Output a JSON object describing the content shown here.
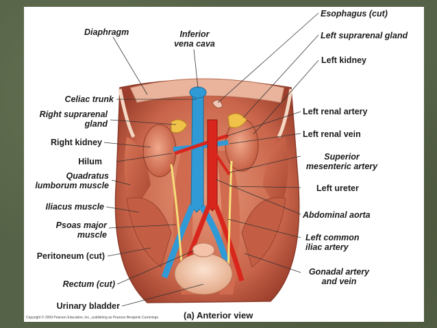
{
  "labels": {
    "diaphragm": "Diaphragm",
    "inferior_vena_cava": [
      "Inferior",
      "vena cava"
    ],
    "esophagus": "Esophagus (cut)",
    "left_suprarenal_gland": "Left suprarenal gland",
    "left_kidney": "Left kidney",
    "celiac_trunk": "Celiac trunk",
    "right_suprarenal_gland": [
      "Right suprarenal",
      "gland"
    ],
    "right_kidney": "Right kidney",
    "hilum": "Hilum",
    "quadratus_lumborum": [
      "Quadratus",
      "lumborum muscle"
    ],
    "iliacus": "Iliacus muscle",
    "psoas_major": [
      "Psoas major",
      "muscle"
    ],
    "peritoneum": "Peritoneum (cut)",
    "rectum": "Rectum (cut)",
    "urinary_bladder": "Urinary bladder",
    "left_renal_artery": "Left renal artery",
    "left_renal_vein": "Left renal vein",
    "superior_mesenteric_artery": [
      "Superior",
      "mesenteric artery"
    ],
    "left_ureter": "Left ureter",
    "abdominal_aorta": "Abdominal aorta",
    "left_common_iliac_artery": [
      "Left common",
      "iliac artery"
    ],
    "gonadal_artery_vein": [
      "Gonadal artery",
      "and vein"
    ]
  },
  "caption": "(a) Anterior view",
  "copyright": "Copyright © 2009 Pearson Education, Inc., publishing as Pearson Benjamin Cummings."
}
